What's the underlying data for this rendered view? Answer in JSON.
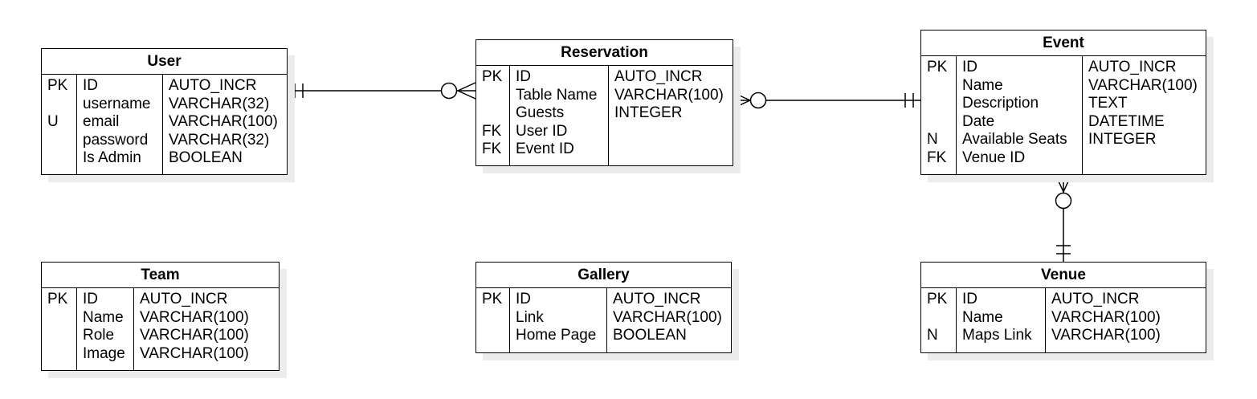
{
  "entities": {
    "user": {
      "title": "User",
      "rows": [
        {
          "key": "PK",
          "name": "ID",
          "type": "AUTO_INCR"
        },
        {
          "key": "",
          "name": "username",
          "type": "VARCHAR(32)"
        },
        {
          "key": "U",
          "name": "email",
          "type": "VARCHAR(100)"
        },
        {
          "key": "",
          "name": "password",
          "type": "VARCHAR(32)"
        },
        {
          "key": "",
          "name": "Is Admin",
          "type": "BOOLEAN"
        }
      ]
    },
    "reservation": {
      "title": "Reservation",
      "rows": [
        {
          "key": "PK",
          "name": "ID",
          "type": "AUTO_INCR"
        },
        {
          "key": "",
          "name": "Table Name",
          "type": "VARCHAR(100)"
        },
        {
          "key": "",
          "name": "Guests",
          "type": "INTEGER"
        },
        {
          "key": "FK",
          "name": "User ID",
          "type": ""
        },
        {
          "key": "FK",
          "name": "Event ID",
          "type": ""
        }
      ]
    },
    "event": {
      "title": "Event",
      "rows": [
        {
          "key": "PK",
          "name": "ID",
          "type": "AUTO_INCR"
        },
        {
          "key": "",
          "name": "Name",
          "type": "VARCHAR(100)"
        },
        {
          "key": "",
          "name": "Description",
          "type": "TEXT"
        },
        {
          "key": "",
          "name": "Date",
          "type": "DATETIME"
        },
        {
          "key": "N",
          "name": "Available Seats",
          "type": "INTEGER"
        },
        {
          "key": "FK",
          "name": "Venue ID",
          "type": ""
        }
      ]
    },
    "team": {
      "title": "Team",
      "rows": [
        {
          "key": "PK",
          "name": "ID",
          "type": "AUTO_INCR"
        },
        {
          "key": "",
          "name": "Name",
          "type": "VARCHAR(100)"
        },
        {
          "key": "",
          "name": "Role",
          "type": "VARCHAR(100)"
        },
        {
          "key": "",
          "name": "Image",
          "type": "VARCHAR(100)"
        }
      ]
    },
    "gallery": {
      "title": "Gallery",
      "rows": [
        {
          "key": "PK",
          "name": "ID",
          "type": "AUTO_INCR"
        },
        {
          "key": "",
          "name": "Link",
          "type": "VARCHAR(100)"
        },
        {
          "key": "",
          "name": "Home Page",
          "type": "BOOLEAN"
        }
      ]
    },
    "venue": {
      "title": "Venue",
      "rows": [
        {
          "key": "PK",
          "name": "ID",
          "type": "AUTO_INCR"
        },
        {
          "key": "",
          "name": "Name",
          "type": "VARCHAR(100)"
        },
        {
          "key": "N",
          "name": "Maps Link",
          "type": "VARCHAR(100)"
        }
      ]
    }
  },
  "relationships": [
    {
      "from": "User",
      "to": "Reservation",
      "from_cardinality": "one-and-only-one",
      "to_cardinality": "zero-or-many"
    },
    {
      "from": "Event",
      "to": "Reservation",
      "from_cardinality": "one-and-only-one",
      "to_cardinality": "zero-or-many"
    },
    {
      "from": "Venue",
      "to": "Event",
      "from_cardinality": "one-and-only-one",
      "to_cardinality": "zero-or-many"
    }
  ]
}
